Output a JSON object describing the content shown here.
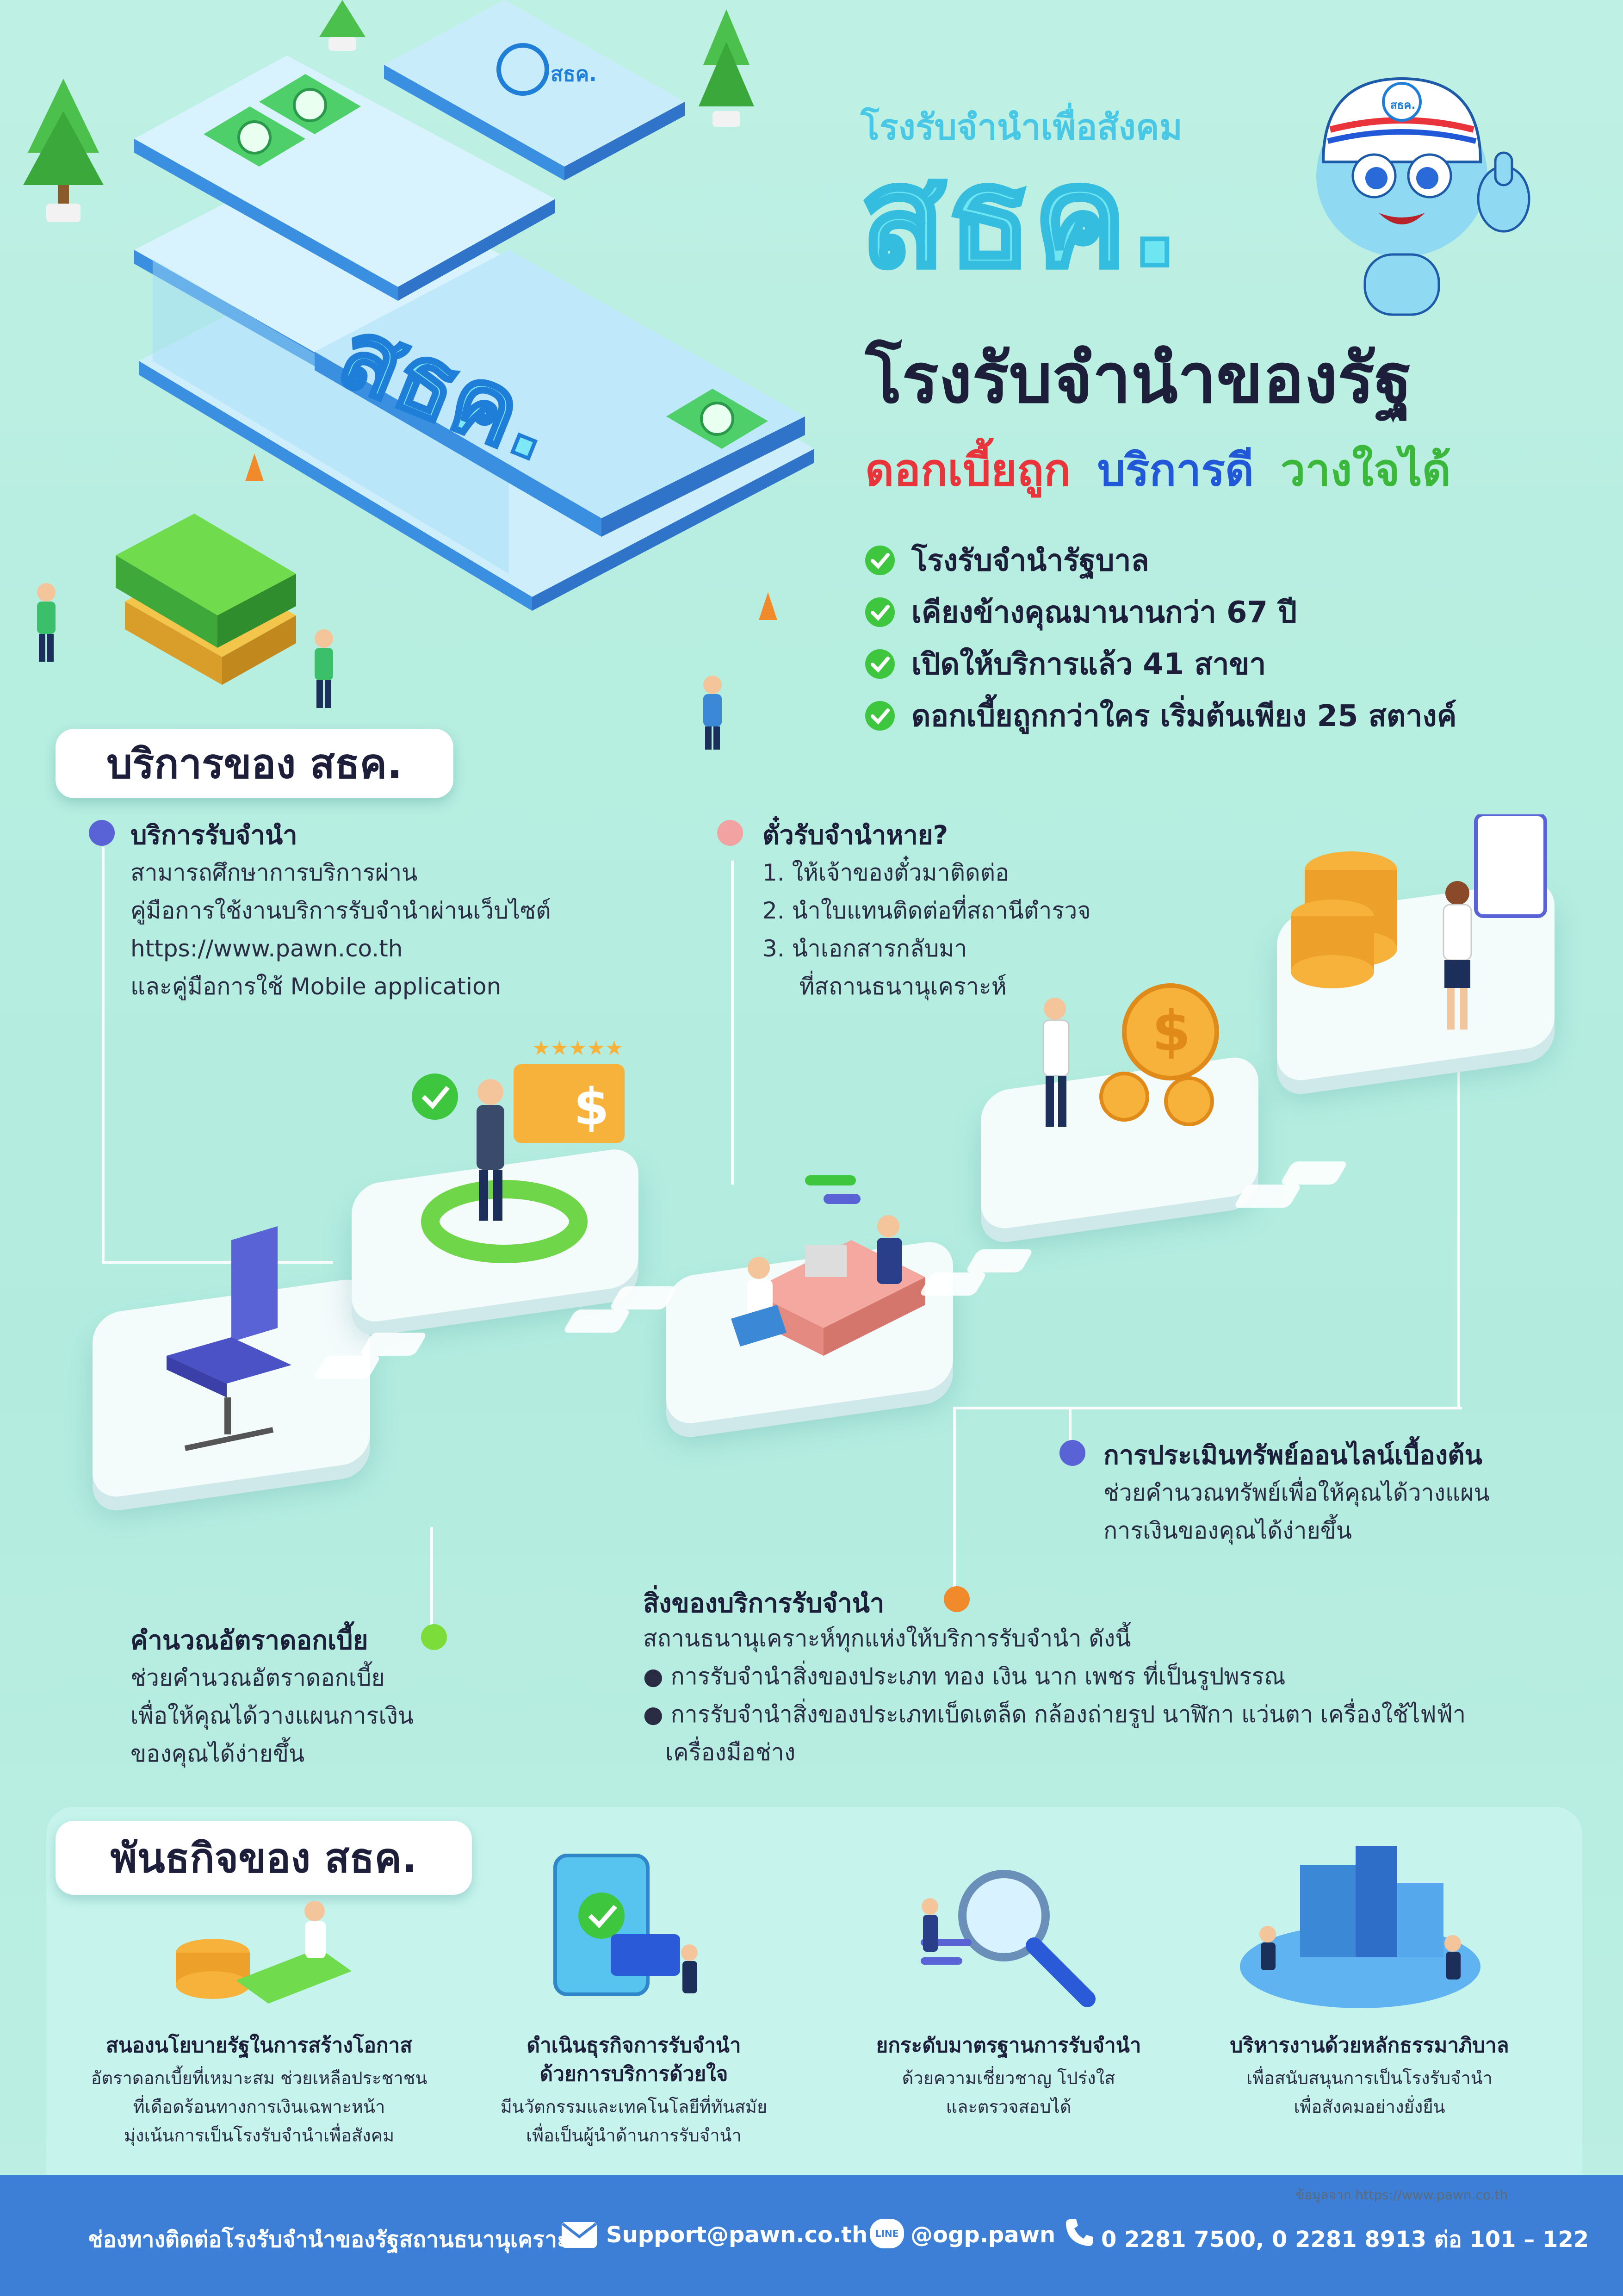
{
  "header": {
    "subtitle": "โรงรับจำนำเพื่อสังคม",
    "brand": "สธค.",
    "title": "โรงรับจำนำของรัฐ",
    "slogan": {
      "a": "ดอกเบี้ยถูก",
      "b": "บริการดี",
      "c": "วางใจได้"
    },
    "mascot_badge": "สธค.",
    "building_sign": "สธค.",
    "roof_sign": "สธค."
  },
  "highlights": [
    "โรงรับจำนำรัฐบาล",
    "เคียงข้างคุณมานานกว่า 67 ปี",
    "เปิดให้บริการแล้ว 41 สาขา",
    "ดอกเบี้ยถูกกว่าใคร เริ่มต้นเพียง 25 สตางค์"
  ],
  "services_title": "บริการของ สธค.",
  "services": {
    "pawn": {
      "title": "บริการรับจำนำ",
      "lines": [
        "สามารถศึกษาการบริการผ่าน",
        "คู่มือการใช้งานบริการรับจำนำผ่านเว็บไซต์",
        "https://www.pawn.co.th",
        "และคู่มือการใช้ Mobile application"
      ]
    },
    "lost_ticket": {
      "title": "ตั๋วรับจำนำหาย?",
      "lines": [
        "1.  ให้เจ้าของตั๋วมาติดต่อ",
        "2.  นำใบแทนติดต่อที่สถานีตำรวจ",
        "3.  นำเอกสารกลับมา",
        "     ที่สถานธนานุเคราะห์"
      ]
    },
    "appraisal": {
      "title": "การประเมินทรัพย์ออนไลน์เบื้องต้น",
      "lines": [
        "ช่วยคำนวณทรัพย์เพื่อให้คุณได้วางแผน",
        "การเงินของคุณได้ง่ายขึ้น"
      ]
    },
    "interest": {
      "title": "คำนวณอัตราดอกเบี้ย",
      "lines": [
        "ช่วยคำนวณอัตราดอกเบี้ย",
        "เพื่อให้คุณได้วางแผนการเงิน",
        "ของคุณได้ง่ายขึ้น"
      ]
    },
    "items": {
      "title": "สิ่งของบริการรับจำนำ",
      "intro": "สถานธนานุเคราะห์ทุกแห่งให้บริการรับจำนำ ดังนี้",
      "bullets": [
        "การรับจำนำสิ่งของประเภท ทอง เงิน นาก เพชร ที่เป็นรูปพรรณ",
        "การรับจำนำสิ่งของประเภทเบ็ดเตล็ด กล้องถ่ายรูป นาฬิกา แว่นตา เครื่องใช้ไฟฟ้า"
      ],
      "bullet2_cont": "เครื่องมือช่าง"
    }
  },
  "missions_title": "พันธกิจของ สธค.",
  "missions": [
    {
      "title": [
        "สนองนโยบายรัฐในการสร้างโอกาส"
      ],
      "desc": [
        "อัตราดอกเบี้ยที่เหมาะสม ช่วยเหลือประชาชน",
        "ที่เดือดร้อนทางการเงินเฉพาะหน้า",
        "มุ่งเน้นการเป็นโรงรับจำนำเพื่อสังคม"
      ]
    },
    {
      "title": [
        "ดำเนินธุรกิจการรับจำนำ",
        "ด้วยการบริการด้วยใจ"
      ],
      "desc": [
        "มีนวัตกรรมและเทคโนโลยีที่ทันสมัย",
        "เพื่อเป็นผู้นำด้านการรับจำนำ"
      ]
    },
    {
      "title": [
        "ยกระดับมาตรฐานการรับจำนำ"
      ],
      "desc": [
        "ด้วยความเชี่ยวชาญ โปร่งใส",
        "และตรวจสอบได้"
      ]
    },
    {
      "title": [
        "บริหารงานด้วยหลักธรรมาภิบาล"
      ],
      "desc": [
        "เพื่อสนับสนุนการเป็นโรงรับจำนำ",
        "เพื่อสังคมอย่างยั่งยืน"
      ]
    }
  ],
  "source": "ข้อมูลจาก  https://www.pawn.co.th",
  "footer": {
    "channel": "ช่องทางติดต่อโรงรับจำนำของรัฐสถานธนานุเคราะห์",
    "email": "Support@pawn.co.th",
    "line_badge": "LINE",
    "line": "@ogp.pawn",
    "phone": "0 2281 7500, 0 2281 8913 ต่อ 101 – 122"
  },
  "colors": {
    "green_check": "#3ec63e",
    "purple_dot": "#5a63d6",
    "pink_dot": "#f2a2a0",
    "orange_dot": "#f08a2a",
    "lime_dot": "#7bdc3a",
    "footer": "#3d7fd6",
    "cyan": "#5ee3f0",
    "red": "#e8343a",
    "blue": "#2058d8",
    "green": "#3bb83b"
  },
  "icons": [
    "check-icon",
    "mail-icon",
    "line-icon",
    "phone-icon"
  ]
}
